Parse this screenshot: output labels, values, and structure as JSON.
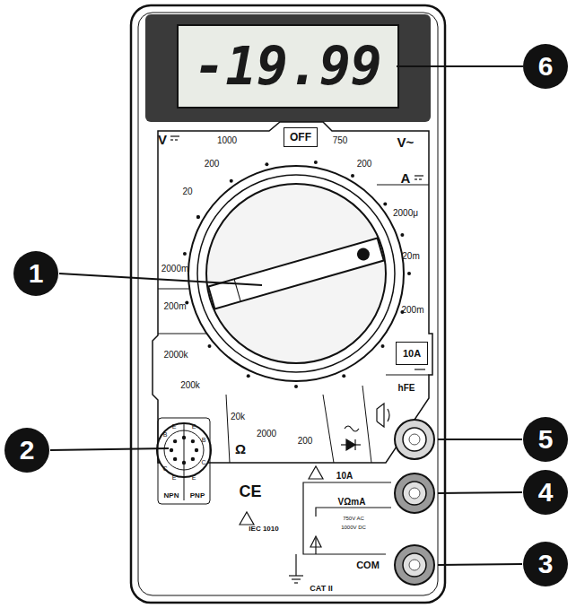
{
  "diagram": {
    "nodes": [
      {
        "text": [
          "-19.99"
        ]
      },
      {
        "text": [
          "6"
        ]
      },
      {
        "text": [
          "OFF"
        ]
      },
      {
        "text": [
          "1"
        ]
      },
      {
        "text": [
          "10A"
        ]
      },
      {
        "text": [
          "2"
        ]
      },
      {
        "text": [
          "5"
        ]
      },
      {
        "text": [
          "4"
        ]
      },
      {
        "text": [
          "3"
        ]
      }
    ],
    "edges": [
      {
        "from": 1,
        "to": 0,
        "arrow": "none"
      }
    ],
    "labels": [
      "V",
      "1000",
      "200",
      "20",
      "2000m",
      "200m",
      "750",
      "V~",
      "200",
      "A",
      "2000μ",
      "20m",
      "200m",
      "hFE",
      "2000k",
      "200k",
      "20k",
      "2000",
      "200",
      "Ω",
      "B",
      "E",
      "C",
      "E",
      "E",
      "B",
      "C",
      "E",
      "NPN",
      "PNP",
      "CE",
      "IEC 1010",
      "10A",
      "VΩmA",
      "750V AC",
      "1000V DC",
      "COM",
      "CAT II"
    ]
  }
}
